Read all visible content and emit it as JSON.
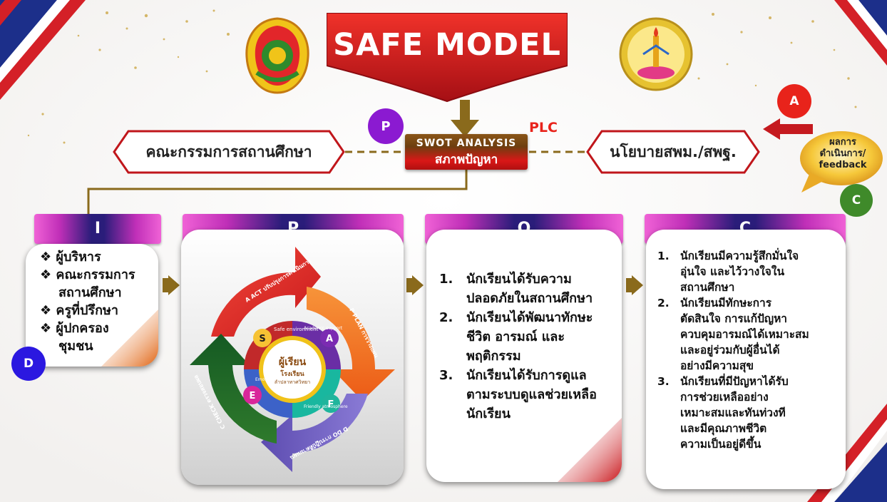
{
  "title": "SAFE MODEL",
  "center": {
    "line1": "SWOT ANALYSIS",
    "line2": "สภาพปัญหา"
  },
  "plc_label": "PLC",
  "left_box": "คณะกรรมการสถานศึกษา",
  "right_box": "นโยบายสพม./สพฐ.",
  "feedback": {
    "line1": "ผลการ",
    "line2": "ดำเนินการ/",
    "line3": "feedback"
  },
  "markers": {
    "p": "P",
    "a": "A",
    "c": "C",
    "d": "D"
  },
  "columns": {
    "i": {
      "head": "I",
      "items": [
        "ผู้บริหาร",
        "คณะกรรมการ",
        "สถานศึกษา",
        "ครูที่ปรึกษา",
        "ผู้ปกครอง",
        "ชุมชน"
      ]
    },
    "p": {
      "head": "P"
    },
    "o": {
      "head": "O",
      "items": [
        {
          "num": "1.",
          "lines": [
            "นักเรียนได้รับความ",
            "ปลอดภัยในสถานศึกษา"
          ]
        },
        {
          "num": "2.",
          "lines": [
            "นักเรียนได้พัฒนาทักษะ",
            "ชีวิต อารมณ์ และ",
            "พฤติกรรม"
          ]
        },
        {
          "num": "3.",
          "lines": [
            "นักเรียนได้รับการดูแล",
            "ตามระบบดูแลช่วยเหลือ",
            "นักเรียน"
          ]
        }
      ]
    },
    "c": {
      "head": "C",
      "items": [
        {
          "num": "1.",
          "lines": [
            "นักเรียนมีความรู้สึกมั่นใจ",
            "อุ่นใจ และไว้วางใจใน",
            "สถานศึกษา"
          ]
        },
        {
          "num": "2.",
          "lines": [
            "นักเรียนมีทักษะการ",
            "ตัดสินใจ การแก้ปัญหา",
            "ควบคุมอารมณ์ได้เหมาะสม",
            "และอยู่ร่วมกับผู้อื่นได้",
            "อย่างมีความสุข"
          ]
        },
        {
          "num": "3.",
          "lines": [
            "นักเรียนที่มีปัญหาได้รับ",
            "การช่วยเหลืออย่าง",
            "เหมาะสมและทันท่วงที",
            "และมีคุณภาพชีวิต",
            "ความเป็นอยู่ดีขึ้น"
          ]
        }
      ]
    }
  },
  "cycle": {
    "center_line1": "ผู้เรียน",
    "center_line2": "โรงเรียน",
    "center_line3": "ลำปลาทาศวิทยา",
    "arrows": [
      "A ACT ปรับปรุงการดำเนินการ",
      "P PLAN การวางแผน",
      "D DO การปฏิบัติตามแผน",
      "C CHECK ตรวจสอบผล"
    ],
    "letters": {
      "s": "S",
      "a": "A",
      "f": "F",
      "e": "E"
    },
    "ring_texts": [
      "Safe environment",
      "Academic support",
      "Friendly atmosphere",
      "Emotional support"
    ]
  },
  "colors": {
    "red": "#e8231b",
    "darkred": "#b5121b",
    "olive": "#8a6a1c",
    "magenta": "#cf3fc4",
    "navy": "#2a1d7a",
    "purple": "#8b1ad1",
    "green": "#3f8a2a",
    "blue": "#2b18e0",
    "orange": "#f07a1a"
  }
}
